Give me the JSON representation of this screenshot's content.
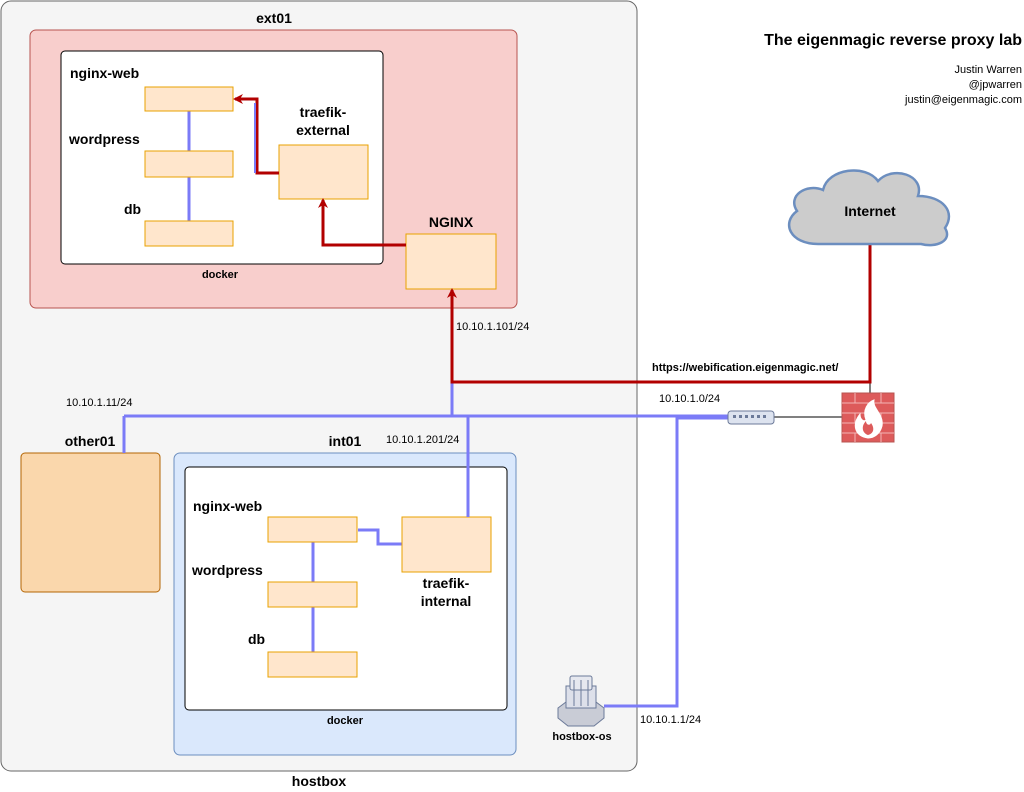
{
  "header": {
    "title": "The eigenmagic reverse proxy lab",
    "author": "Justin Warren",
    "handle": "@jpwarren",
    "email": "justin@eigenmagic.com"
  },
  "hostbox": {
    "label": "hostbox"
  },
  "ext01": {
    "label": "ext01",
    "docker_label": "docker",
    "containers": {
      "nginx_web": "nginx-web",
      "wordpress": "wordpress",
      "db": "db"
    },
    "traefik_line1": "traefik-",
    "traefik_line2": "external",
    "nginx_label": "NGINX"
  },
  "int01": {
    "label": "int01",
    "docker_label": "docker",
    "containers": {
      "nginx_web": "nginx-web",
      "wordpress": "wordpress",
      "db": "db"
    },
    "traefik_line1": "traefik-",
    "traefik_line2": "internal"
  },
  "other01": {
    "label": "other01"
  },
  "internet": {
    "label": "Internet"
  },
  "hostbox_os": {
    "label": "hostbox-os"
  },
  "addresses": {
    "ext01_ip": "10.10.1.101/24",
    "other01_ip": "10.10.1.11/24",
    "int01_ip": "10.10.1.201/24",
    "network": "10.10.1.0/24",
    "hostbox_os_ip": "10.10.1.1/24",
    "url": "https://webification.eigenmagic.net/"
  },
  "colors": {
    "proxy_path": "#b20000",
    "network_link": "#7b7bf7",
    "ext_zone": "#f8cecc",
    "int_zone": "#dae8fc",
    "container_fill": "#ffe6cc",
    "container_stroke": "#e8a200",
    "other_fill": "#fad7ac"
  }
}
